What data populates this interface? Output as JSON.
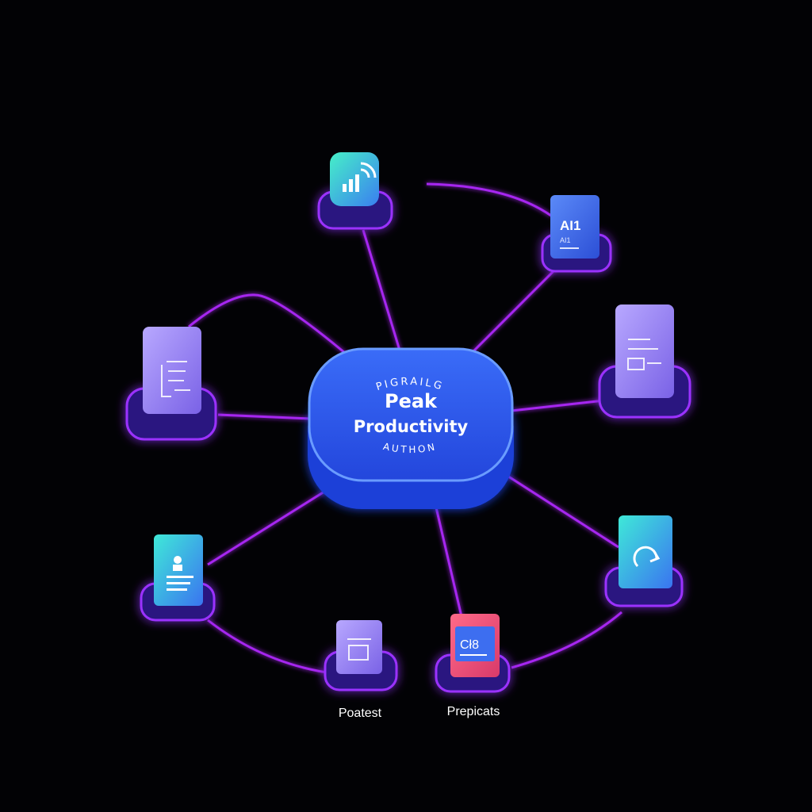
{
  "hub": {
    "top_text": "PIGRAILG",
    "title_line1": "Peak",
    "title_line2": "Productivity",
    "bottom_text": "AUTHON"
  },
  "nodes": {
    "ai_card": {
      "text_main": "AI1",
      "text_sub": "AI1"
    },
    "chart_card": {
      "text": "Cł8"
    }
  },
  "captions": {
    "left": "Poatest",
    "right": "Prepicats"
  },
  "colors": {
    "background": "#020205",
    "connector": "#a625f0",
    "hub_fill": "#2a5cf0",
    "hub_edge": "#1a3fd8",
    "base_fill": "#2a1680",
    "base_glow": "#9b30ff",
    "card_purple": "#9a86f0",
    "card_teal": "#2fe6c8",
    "card_blue": "#3d6ef0",
    "card_pink": "#f0506e"
  }
}
